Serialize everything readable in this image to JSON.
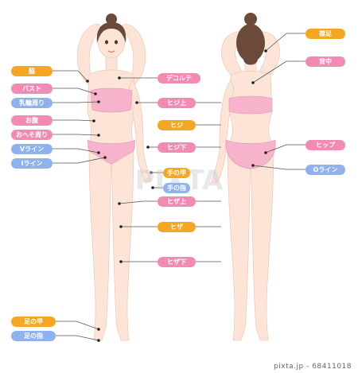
{
  "colors": {
    "orange": "#f5a623",
    "pink": "#f28ab4",
    "blue": "#8fb1ec",
    "skin": "#fde4d6",
    "bikini": "#f6b3cb",
    "hair": "#6b4a3a"
  },
  "front_labels": {
    "waki": "脇",
    "bust": "バスト",
    "areola": "乳輪周り",
    "abdomen": "お腹",
    "navel": "おへそ周り",
    "vline": "Vライン",
    "iline": "Iライン",
    "decollete": "デコルテ",
    "upper_elbow": "ヒジ上",
    "elbow": "ヒジ",
    "lower_elbow": "ヒジ下",
    "back_hand": "手の甲",
    "fingers": "手の指",
    "upper_knee": "ヒザ上",
    "knee": "ヒザ",
    "lower_knee": "ヒザ下",
    "top_foot": "足の甲",
    "toes": "足の指"
  },
  "back_labels": {
    "nape": "襟足",
    "back": "背中",
    "hip": "ヒップ",
    "oline": "Oライン"
  },
  "watermark": "PIXTA",
  "credit": "pixta.jp - 68411018"
}
